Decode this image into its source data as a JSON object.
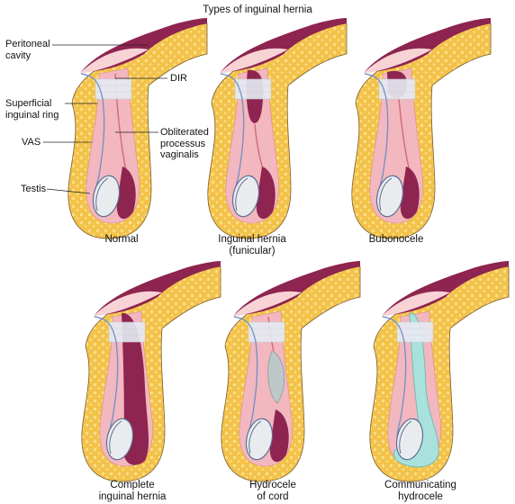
{
  "title": "Types of inguinal hernia",
  "labels": {
    "peritoneal_cavity": [
      "Peritoneal",
      "cavity"
    ],
    "dir": "DIR",
    "superficial_ring": [
      "Superficial",
      "inguinal ring"
    ],
    "vas": "VAS",
    "obliterated": [
      "Obliterated",
      "processus",
      "vaginalis"
    ],
    "testis": "Testis"
  },
  "panels": [
    {
      "id": "normal",
      "caption": [
        "Normal"
      ],
      "variant": "normal"
    },
    {
      "id": "inguinal-hernia-funicular",
      "caption": [
        "Inguinal hernia",
        "(funicular)"
      ],
      "variant": "funicular"
    },
    {
      "id": "bubonocele",
      "caption": [
        "Bubonocele"
      ],
      "variant": "bubonocele"
    },
    {
      "id": "complete-inguinal-hernia",
      "caption": [
        "Complete",
        "inguinal hernia"
      ],
      "variant": "complete"
    },
    {
      "id": "hydrocele-of-cord",
      "caption": [
        "Hydrocele",
        "of cord"
      ],
      "variant": "hydrocele_cord"
    },
    {
      "id": "communicating-hydrocele",
      "caption": [
        "Communicating",
        "hydrocele"
      ],
      "variant": "communicating"
    }
  ],
  "colors": {
    "fat": "#f3c24a",
    "fat_dot": "#fbe08a",
    "tissue": "#f2b7bf",
    "tissue_light": "#f8d3d6",
    "sac": "#8e2450",
    "testis": "#e9ecef",
    "ring": "#e6ecf4",
    "vas": "#6f8fc6",
    "fluid": "#a9e2dc",
    "fluid_gray": "#bfc8c8",
    "outline": "#7a5a2a"
  }
}
